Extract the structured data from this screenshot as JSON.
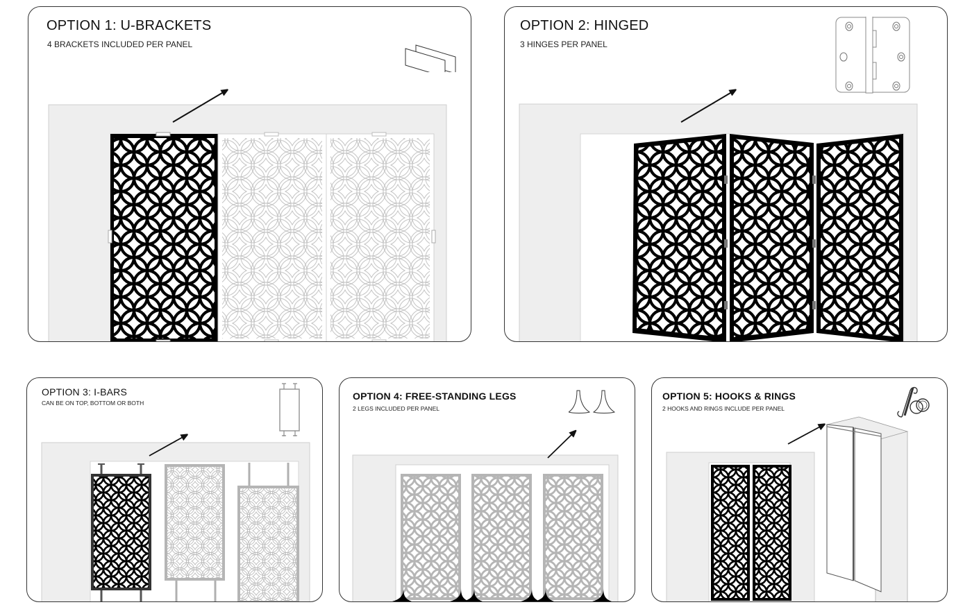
{
  "colors": {
    "panel_dark": "#000000",
    "panel_light_line": "#bdbdbd",
    "panel_light_fill": "#b3b3b3",
    "wall": "#eeeeee",
    "wall_edge": "#cfcfcf",
    "border": "#333333"
  },
  "options": [
    {
      "id": "u-brackets",
      "title": "OPTION 1: U-BRACKETS",
      "subtitle": "4 BRACKETS INCLUDED PER PANEL",
      "icon": "u-bracket-icon",
      "panel_count": 3,
      "highlighted_panel": 1
    },
    {
      "id": "hinged",
      "title": "OPTION 2: HINGED",
      "subtitle": "3 HINGES PER PANEL",
      "icon": "hinge-icon",
      "panel_count": 3
    },
    {
      "id": "i-bars",
      "title": "OPTION 3: I-BARS",
      "subtitle": "CAN BE ON TOP, BOTTOM OR BOTH",
      "icon": "i-bar-icon",
      "panel_count": 3,
      "highlighted_panel": 1
    },
    {
      "id": "free-standing-legs",
      "title": "OPTION 4: FREE-STANDING LEGS",
      "subtitle": "2 LEGS INCLUDED PER PANEL",
      "icon": "legs-icon",
      "panel_count": 3
    },
    {
      "id": "hooks-rings",
      "title": "OPTION 5: HOOKS & RINGS",
      "subtitle": "2 HOOKS AND RINGS INCLUDE PER PANEL",
      "icon": "hooks-rings-icon",
      "panel_count": 2
    }
  ]
}
